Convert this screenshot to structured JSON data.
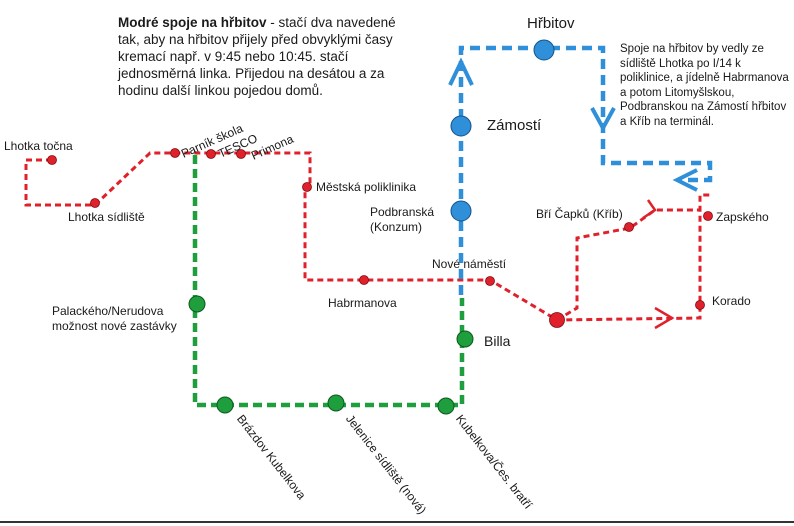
{
  "intro": {
    "title": "Modré spoje na hřbitov",
    "text": " - stačí dva navedené tak, aby na hřbitov přijely před obvyklými časy kremací např. v 9:45 nebo 10:45. stačí jednosměrná linka. Přijedou na desátou a za hodinu další linkou pojedou domů."
  },
  "note": "Spoje na hřbitov by vedly ze sídliště Lhotka po  I/14 k poliklinice, a jídelně Habrmanova a potom Litomyšlskou, Podbranskou na Zámostí hřbitov a Kříb na terminál.",
  "colors": {
    "red": "#e0202a",
    "green": "#1e9e3c",
    "blue": "#2f8fd8"
  },
  "stops": {
    "lhotka_tocna": "Lhotka točna",
    "lhotka_sidliste": "Lhotka sídliště",
    "parnik_skola": "Parník škola",
    "tesco": "TESCO",
    "primona": "Primona",
    "mestska_poliklinika": "Městská poliklinika",
    "habrmanova": "Habrmanova",
    "nove_namesti": "Nové náměstí",
    "bri_capku": "Bří Čapků (Kříb)",
    "zapskeho": "Zapského",
    "korado": "Korado",
    "hrbitov": "Hřbitov",
    "zamosti": "Zámostí",
    "podbranska": "Podbranská\n(Konzum)",
    "palackeho": "Palackého/Nerudova\nmožnost nové zastávky",
    "billa": "Billa",
    "brazdov": "Brázdov Kubelkova",
    "jelenice": "Jelenice sídliště (nová)",
    "kubelkova": "Kubelkova/Čes. bratří"
  }
}
